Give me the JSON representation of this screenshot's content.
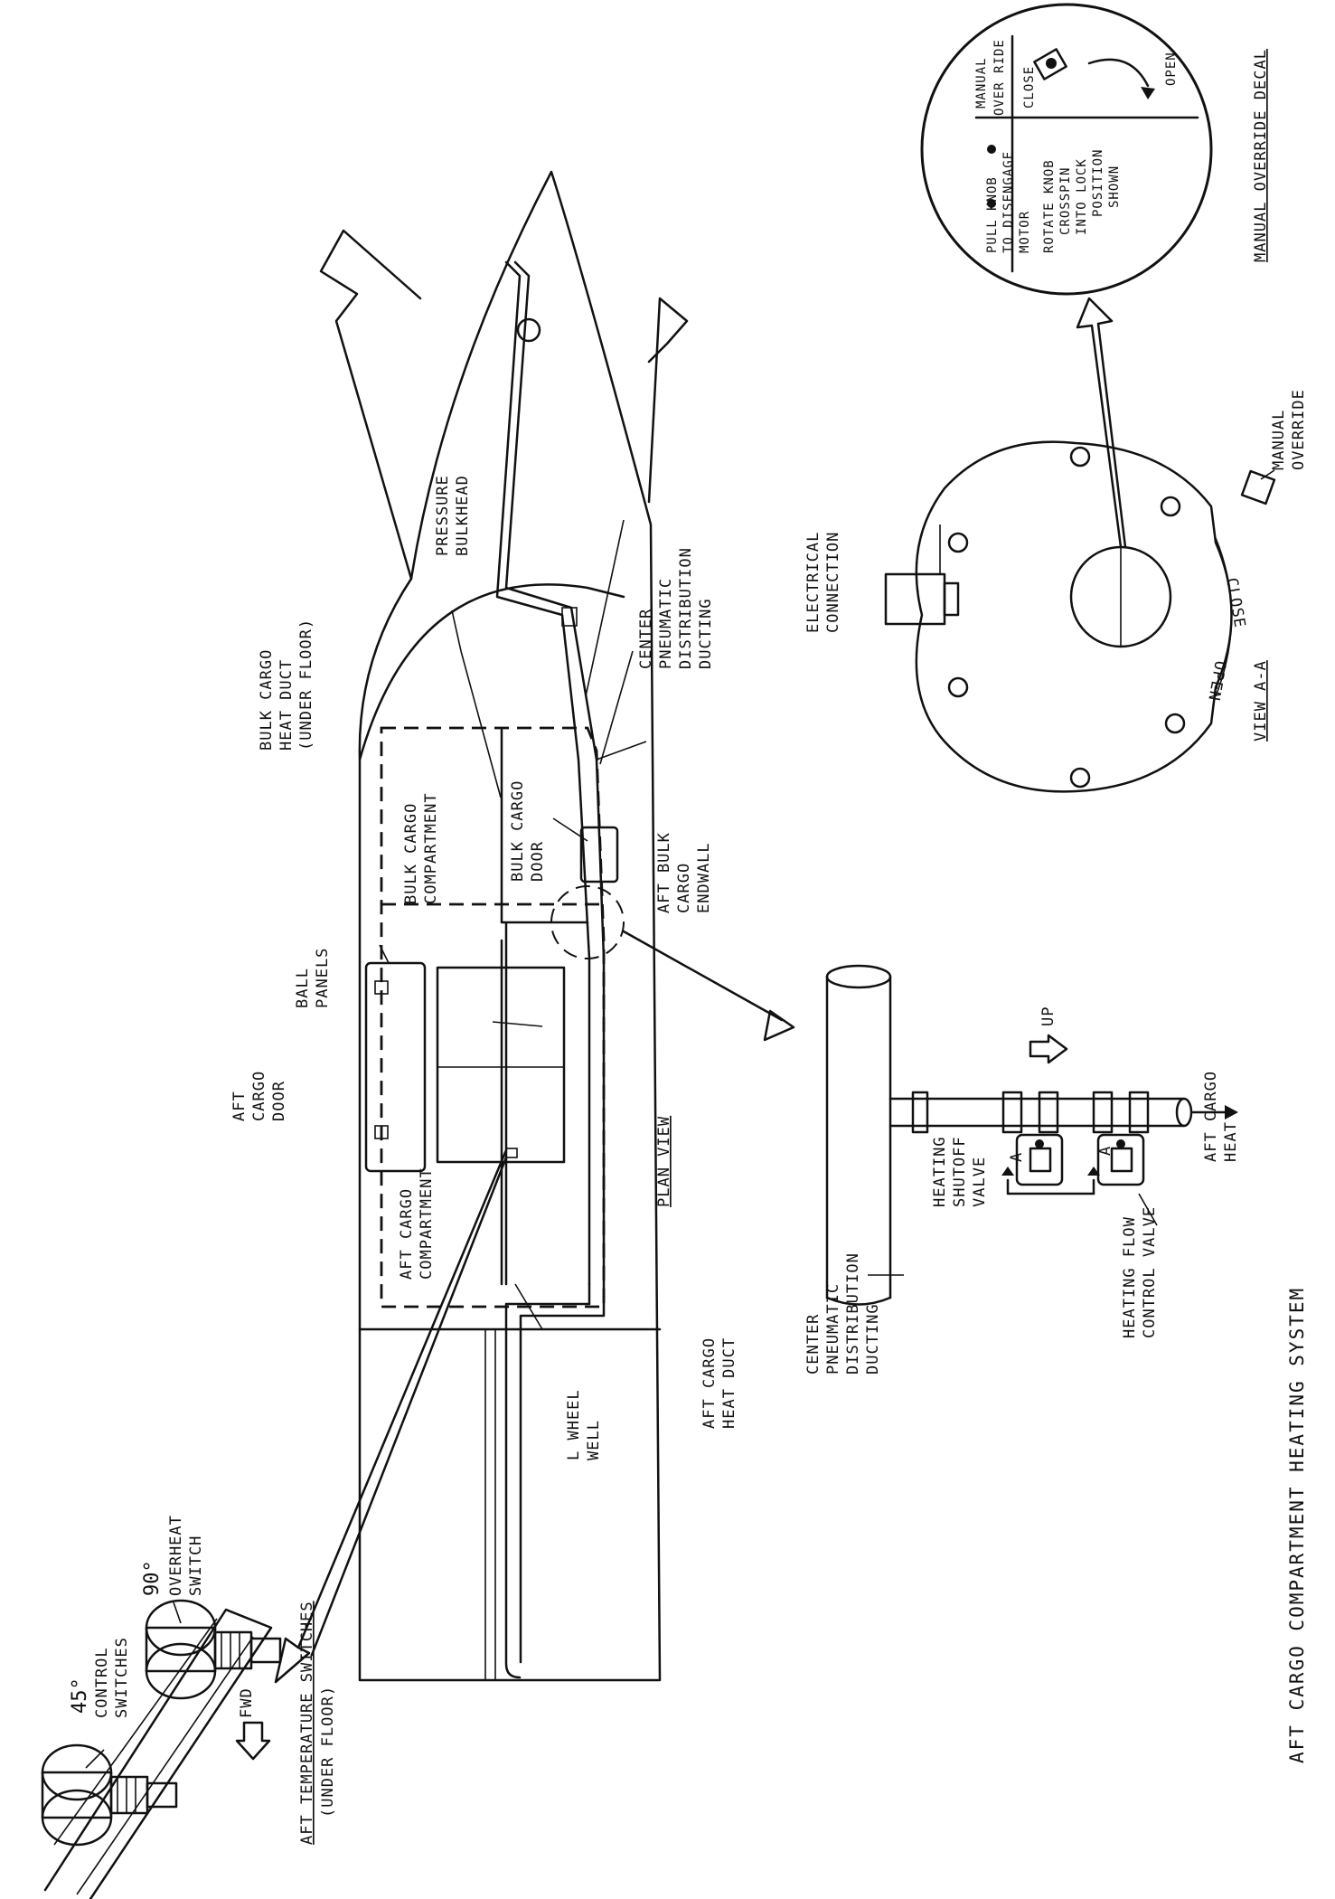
{
  "figure": {
    "title": "AFT CARGO COMPARTMENT HEATING SYSTEM"
  },
  "plan_view": {
    "view_title": "PLAN VIEW",
    "bulk_cargo_heat_duct": [
      "BULK CARGO",
      "HEAT DUCT",
      "(UNDER FLOOR)"
    ],
    "pressure_bulkhead": [
      "PRESSURE",
      "BULKHEAD"
    ],
    "center_ducting": [
      "CENTER",
      "PNEUMATIC",
      "DISTRIBUTION",
      "DUCTING"
    ],
    "aft_bulk_cargo_endwall": [
      "AFT BULK",
      "CARGO",
      "ENDWALL"
    ],
    "bulk_cargo_compartment": [
      "BULK CARGO",
      "COMPARTMENT"
    ],
    "bulk_cargo_door": [
      "BULK CARGO",
      "DOOR"
    ],
    "ball_panels": [
      "BALL",
      "PANELS"
    ],
    "aft_cargo_door": [
      "AFT",
      "CARGO",
      "DOOR"
    ],
    "aft_cargo_compartment": [
      "AFT CARGO",
      "COMPARTMENT"
    ],
    "aft_cargo_heat_duct": [
      "AFT CARGO",
      "HEAT DUCT"
    ],
    "l_wheel_well": [
      "L WHEEL",
      "WELL"
    ]
  },
  "temperature_switches": {
    "title": "AFT TEMPERATURE SWITCHES",
    "subtitle": "(UNDER FLOOR)",
    "control_degrees": "45°",
    "control_label": [
      "CONTROL",
      "SWITCHES"
    ],
    "overheat_degrees": "90°",
    "overheat_label": [
      "OVERHEAT",
      "SWITCH"
    ],
    "fwd": "FWD"
  },
  "valve_detail": {
    "center_ducting": [
      "CENTER",
      "PNEUMATIC",
      "DISTRIBUTION",
      "DUCTING"
    ],
    "shutoff_valve": [
      "HEATING",
      "SHUTOFF",
      "VALVE"
    ],
    "flow_control_valve": [
      "HEATING FLOW",
      "CONTROL VALVE"
    ],
    "aft_cargo_heat": [
      "AFT CARGO",
      "HEAT"
    ],
    "up": "UP",
    "section_a": "A"
  },
  "view_a_a": {
    "title": "VIEW A-A",
    "electrical_connection": [
      "ELECTRICAL",
      "CONNECTION"
    ],
    "manual_override": [
      "MANUAL",
      "OVERRIDE"
    ],
    "close": "CLOSE",
    "open": "OPEN"
  },
  "decal": {
    "title": "MANUAL OVERRIDE DECAL",
    "header": [
      "MANUAL",
      "OVER RIDE"
    ],
    "step1": [
      "PULL KNOB",
      "TO DISENGAGE",
      "MOTOR"
    ],
    "step2": [
      "ROTATE KNOB",
      "CROSSPIN",
      "INTO LOCK",
      "POSITION",
      "SHOWN"
    ],
    "close": "CLOSE",
    "open": "OPEN"
  }
}
